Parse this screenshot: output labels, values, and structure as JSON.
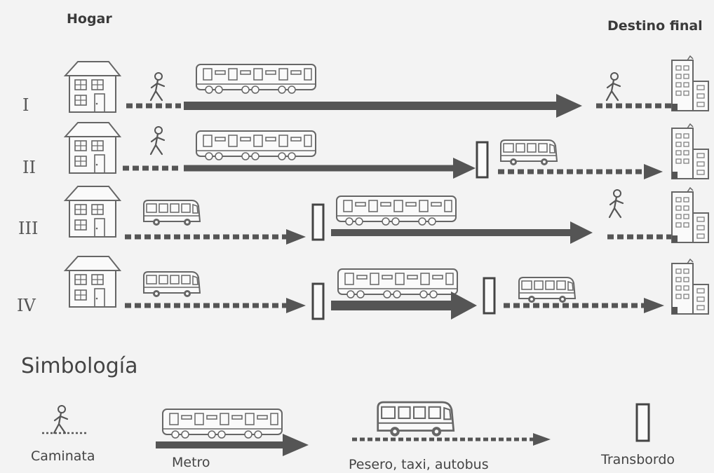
{
  "headers": {
    "origin": "Hogar",
    "destination": "Destino final"
  },
  "routes": [
    {
      "label": "I"
    },
    {
      "label": "II"
    },
    {
      "label": "III"
    },
    {
      "label": "IV"
    }
  ],
  "legend": {
    "title": "Simbología",
    "walking": "Caminata",
    "metro": "Metro",
    "surface": "Pesero, taxi, autobus",
    "transfer": "Transbordo"
  },
  "colors": {
    "ink": "#555555",
    "background": "#f3f3f3"
  }
}
